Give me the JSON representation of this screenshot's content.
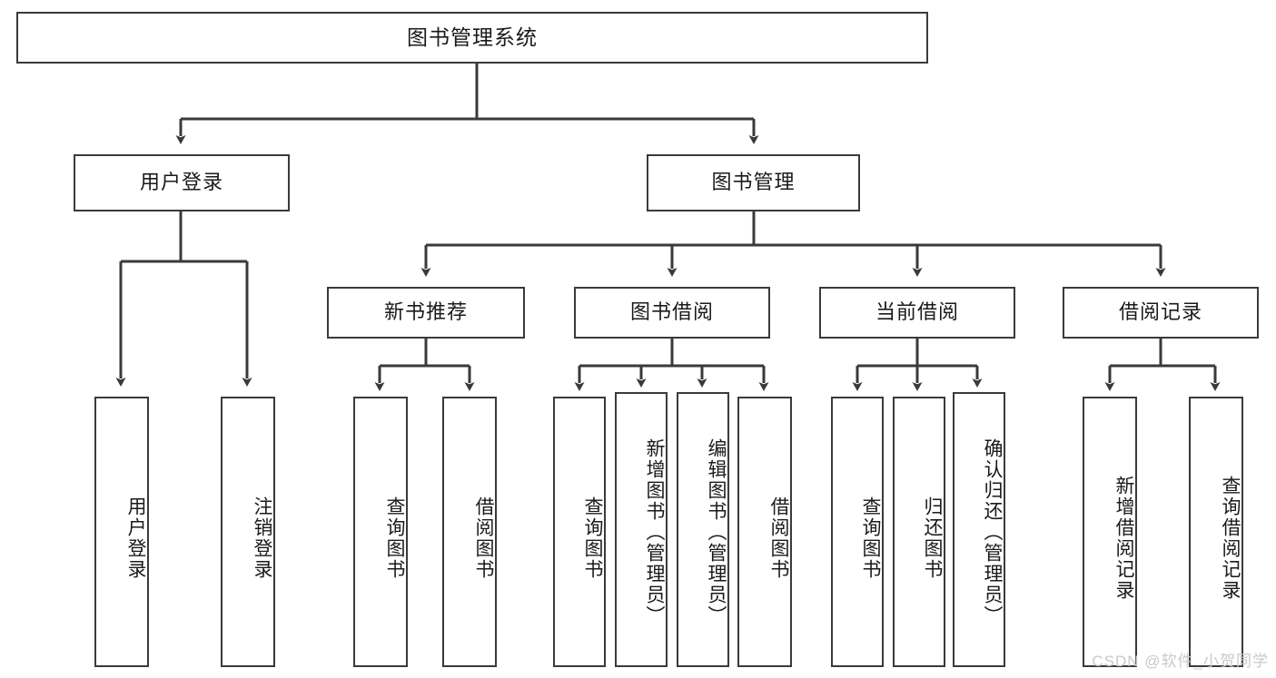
{
  "diagram": {
    "type": "tree",
    "title": "图书管理系统",
    "root": {
      "label": "图书管理系统"
    },
    "level1": [
      {
        "label": "用户登录"
      },
      {
        "label": "图书管理"
      }
    ],
    "level2": [
      {
        "label": "新书推荐"
      },
      {
        "label": "图书借阅"
      },
      {
        "label": "当前借阅"
      },
      {
        "label": "借阅记录"
      }
    ],
    "leaves": {
      "user_login": [
        {
          "label": "用户登录"
        },
        {
          "label": "注销登录"
        }
      ],
      "new_book": [
        {
          "label": "查询图书"
        },
        {
          "label": "借阅图书"
        }
      ],
      "book_borrow": [
        {
          "label": "查询图书"
        },
        {
          "label": "新增图书（管理员）"
        },
        {
          "label": "编辑图书（管理员）"
        },
        {
          "label": "借阅图书"
        }
      ],
      "current_borrow": [
        {
          "label": "查询图书"
        },
        {
          "label": "归还图书"
        },
        {
          "label": "确认归还（管理员）"
        }
      ],
      "borrow_record": [
        {
          "label": "新增借阅记录"
        },
        {
          "label": "查询借阅记录"
        }
      ]
    }
  },
  "watermark": {
    "text": "CSDN @软件_小贺同学"
  },
  "colors": {
    "stroke": "#3a3a3a",
    "background": "#ffffff",
    "text": "#1a1a1a",
    "watermark": "#c9c9c9"
  }
}
